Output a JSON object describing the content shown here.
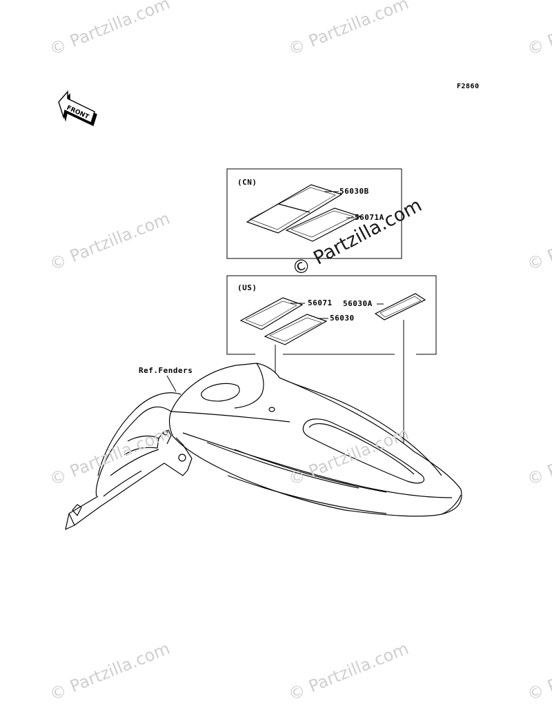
{
  "figure_code": "F2860",
  "front_label": "FRONT",
  "watermark_text": "© Partzilla.com",
  "sections": {
    "cn": {
      "label": "(CN)",
      "parts": [
        "56030B",
        "56071A"
      ]
    },
    "us": {
      "label": "(US)",
      "parts": [
        "56071",
        "56030",
        "56030A"
      ]
    }
  },
  "reference_label": "Ref.Fenders"
}
